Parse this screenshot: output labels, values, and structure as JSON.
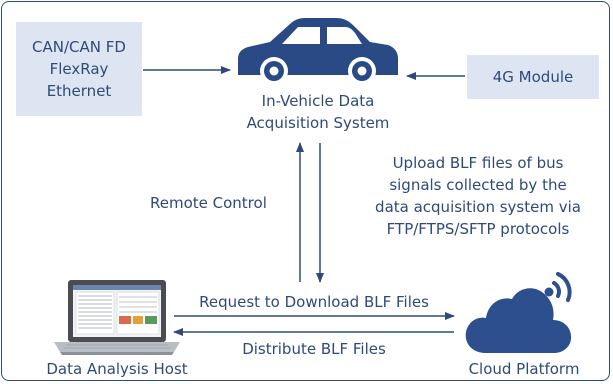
{
  "nodes": {
    "bus": {
      "lines": [
        "CAN/CAN FD",
        "FlexRay",
        "Ethernet"
      ]
    },
    "module": {
      "label": "4G Module"
    },
    "vehicle": {
      "lines": [
        "In-Vehicle Data",
        "Acquisition System"
      ]
    },
    "host": {
      "label": "Data Analysis Host"
    },
    "cloud": {
      "label": "Cloud Platform"
    }
  },
  "edges": {
    "remote_control": "Remote Control",
    "upload": [
      "Upload BLF files of bus",
      "signals collected by the",
      "data acquisition system via",
      "FTP/FTPS/SFTP protocols"
    ],
    "request": "Request to Download BLF Files",
    "distribute": "Distribute BLF Files"
  },
  "colors": {
    "primary": "#2f4a7a",
    "box_fill": "#dde5f2",
    "car": "#2a4a86",
    "cloud": "#2d4f8e"
  }
}
